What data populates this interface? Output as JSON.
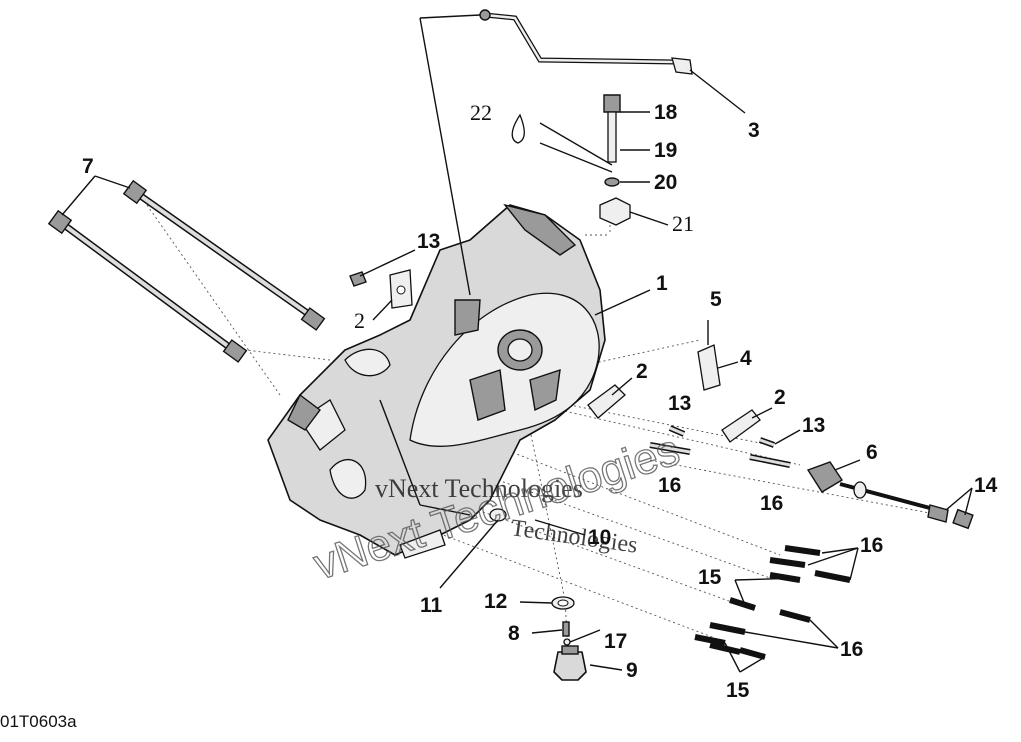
{
  "diagram": {
    "code": "01T0603a",
    "watermark": {
      "line1": "vNext Technologies",
      "line2": "Technologies",
      "stamp": "vNext Technologies"
    },
    "callouts": {
      "c1": "1",
      "c2a": "2",
      "c2b": "2",
      "c2c": "2",
      "c3": "3",
      "c4": "4",
      "c5": "5",
      "c6": "6",
      "c7": "7",
      "c8": "8",
      "c9": "9",
      "c10": "10",
      "c11": "11",
      "c12": "12",
      "c13a": "13",
      "c13b": "13",
      "c13c": "13",
      "c14": "14",
      "c15a": "15",
      "c15b": "15",
      "c16a": "16",
      "c16b": "16",
      "c16c": "16",
      "c16d": "16",
      "c17": "17",
      "c18": "18",
      "c19": "19",
      "c20": "20",
      "c21": "21",
      "c22": "22"
    }
  }
}
